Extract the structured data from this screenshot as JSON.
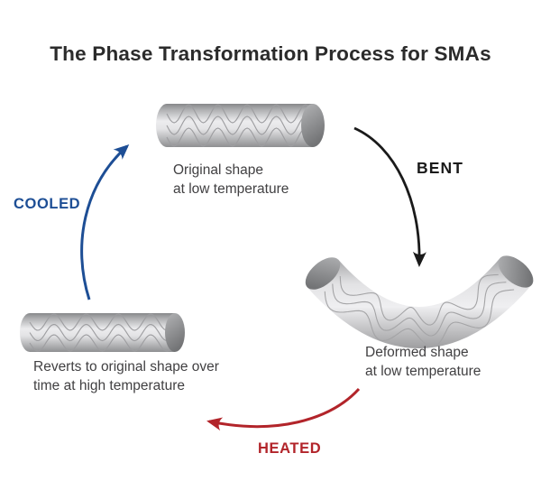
{
  "title": "The Phase Transformation Process for SMAs",
  "colors": {
    "title_text": "#2b2b2b",
    "label_text": "#414042",
    "bent_black": "#1a1a1a",
    "cooled_blue": "#1d4e95",
    "heated_red": "#b2242a"
  },
  "stages": {
    "original": {
      "lines": [
        "Original shape",
        "at low temperature"
      ]
    },
    "deformed": {
      "lines": [
        "Deformed shape",
        "at low temperature"
      ]
    },
    "reverted": {
      "lines": [
        "Reverts to original shape over",
        "time at high temperature"
      ]
    }
  },
  "transitions": {
    "bent": {
      "label": "BENT"
    },
    "cooled": {
      "label": "COOLED"
    },
    "heated": {
      "label": "HEATED"
    }
  }
}
